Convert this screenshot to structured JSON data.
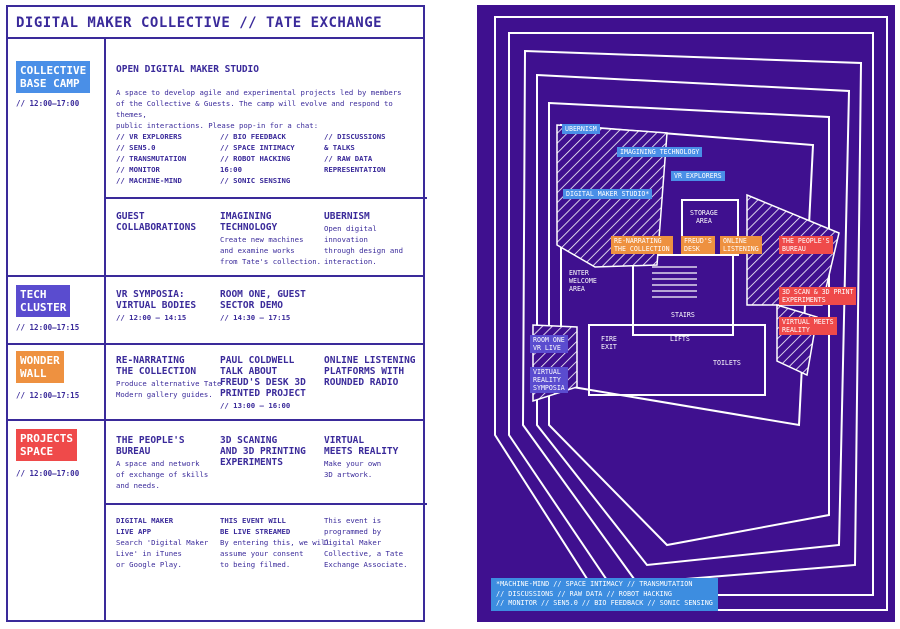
{
  "header": {
    "title": "DIGITAL MAKER COLLECTIVE // TATE EXCHANGE"
  },
  "colors": {
    "blue": "#4a8fe7",
    "purple": "#5a4ccf",
    "orange": "#ee9140",
    "red": "#ef4a4a",
    "map_bg": "#3f108f"
  },
  "sections": [
    {
      "tag": "COLLECTIVE\nBASE CAMP",
      "time": "// 12:00–17:00"
    },
    {
      "tag": "TECH\nCLUSTER",
      "time": "// 12:00–17:15"
    },
    {
      "tag": "WONDER\nWALL",
      "time": "// 12:00–17:15"
    },
    {
      "tag": "PROJECTS\nSPACE",
      "time": "// 12:00–17:00"
    }
  ],
  "studio": {
    "title": "OPEN DIGITAL MAKER STUDIO",
    "desc": "A space to develop agile and experimental projects led by members\nof the Collective & Guests. The camp will evolve and respond to themes,\npublic interactions. Please pop-in for a chat:",
    "col1": "// VR EXPLORERS\n// SEN5.0\n// TRANSMUTATION\n// MONITOR\n// MACHINE-MIND",
    "col2": "// BIO FEEDBACK\n// SPACE INTIMACY\n// ROBOT HACKING\n   16:00\n// SONIC SENSING",
    "col3": "// DISCUSSIONS\n   & TALKS\n// RAW DATA\n   REPRESENTATION"
  },
  "camp_row": [
    {
      "title": "GUEST\nCOLLABORATIONS",
      "text": ""
    },
    {
      "title": "IMAGINING\nTECHNOLOGY",
      "text": "Create new machines\nand examine works\nfrom Tate's collection."
    },
    {
      "title": "UBERNISM",
      "text": "Open digital innovation\nthrough design and\ninteraction."
    }
  ],
  "tech": [
    {
      "title": "VR SYMPOSIA:\nVIRTUAL BODIES",
      "time": "// 12:00 – 14:15"
    },
    {
      "title": "ROOM ONE, GUEST\nSECTOR DEMO",
      "time": "// 14:30 – 17:15"
    }
  ],
  "wonder": [
    {
      "title": "RE-NARRATING\nTHE COLLECTION",
      "text": "Produce alternative Tate\nModern gallery guides."
    },
    {
      "title": "PAUL COLDWELL\nTALK ABOUT\nFREUD'S DESK 3D\nPRINTED PROJECT",
      "text": "// 13:00 – 16:00"
    },
    {
      "title": "ONLINE LISTENING\nPLATFORMS WITH\nROUNDED RADIO",
      "text": ""
    }
  ],
  "projects": [
    {
      "title": "THE PEOPLE'S\nBUREAU",
      "text": "A space and network\nof exchange of skills\nand needs."
    },
    {
      "title": "3D SCANING\nAND 3D PRINTING\nEXPERIMENTS",
      "text": ""
    },
    {
      "title": "VIRTUAL\nMEETS REALITY",
      "text": "Make your own\n3D artwork."
    }
  ],
  "info": [
    {
      "title": "DIGITAL MAKER\nLIVE APP",
      "text": "Search 'Digital Maker\nLive' in iTunes\nor Google Play."
    },
    {
      "title": "THIS EVENT WILL\nBE LIVE STREAMED",
      "text": "By entering this, we will\nassume your consent\nto being filmed."
    },
    {
      "title": "",
      "text": "This event is\nprogrammed by\nDigital Maker\nCollective, a Tate\nExchange Associate."
    }
  ],
  "map": {
    "labels": {
      "ubernism": "UBERNISM",
      "imaging": "IMAGINING TECHNOLOGY",
      "vr": "VR EXPLORERS",
      "studio": "DIGITAL MAKER STUDIO*",
      "renarrating": "RE-NARRATING\nTHE COLLECTION",
      "freud": "FREUD'S\nDESK",
      "online": "ONLINE\nLISTENING",
      "bureau": "THE PEOPLE'S\nBUREAU",
      "scan": "3D SCAN & 3D PRINT\nEXPERIMENTS",
      "virtual": "VIRTUAL MEETS\nREALITY",
      "roomone": "ROOM ONE\nVR LIVE",
      "symposia": "VIRTUAL\nREALITY\nSYMPOSIA"
    },
    "white": {
      "storage": "STORAGE\nAREA",
      "enter": "ENTER\nWELCOME\nAREA",
      "stairs": "STAIRS",
      "lifts": "LIFTS",
      "fire": "FIRE\nEXIT",
      "toilets": "TOILETS"
    },
    "footer": "*MACHINE-MIND // SPACE INTIMACY // TRANSMUTATION\n  // DISCUSSIONS // RAW DATA // ROBOT HACKING\n  // MONITOR // SEN5.0 // BIO FEEDBACK // SONIC SENSING"
  }
}
